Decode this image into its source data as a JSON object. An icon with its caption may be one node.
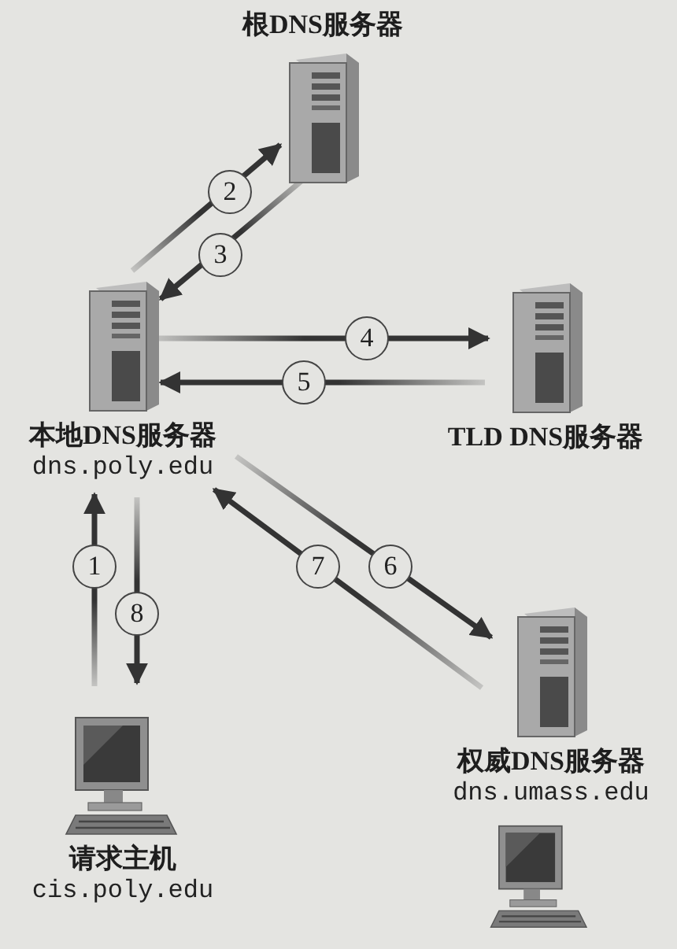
{
  "diagram": {
    "nodes": [
      {
        "text": [
          "根DNS服务器"
        ]
      },
      {
        "text": [
          "本地DNS服务器",
          "dns.poly.edu"
        ]
      },
      {
        "text": [
          "TLD DNS服务器"
        ]
      },
      {
        "text": [
          "请求主机",
          "cis.poly.edu"
        ]
      },
      {
        "text": [
          "权威DNS服务器",
          "dns.umass.edu"
        ]
      },
      {
        "text": [],
        "shape": "computer"
      }
    ],
    "edges": [
      {
        "from": 3,
        "to": 1,
        "arrow": "to",
        "label": "1"
      },
      {
        "from": 1,
        "to": 0,
        "arrow": "to",
        "label": "2"
      },
      {
        "from": 0,
        "to": 1,
        "arrow": "to",
        "label": "3"
      },
      {
        "from": 1,
        "to": 2,
        "arrow": "to",
        "label": "4"
      },
      {
        "from": 2,
        "to": 1,
        "arrow": "to",
        "label": "5"
      },
      {
        "from": 1,
        "to": 4,
        "arrow": "to",
        "label": "6"
      },
      {
        "from": 4,
        "to": 1,
        "arrow": "to",
        "label": "7"
      },
      {
        "from": 1,
        "to": 3,
        "arrow": "to",
        "label": "8"
      }
    ]
  }
}
